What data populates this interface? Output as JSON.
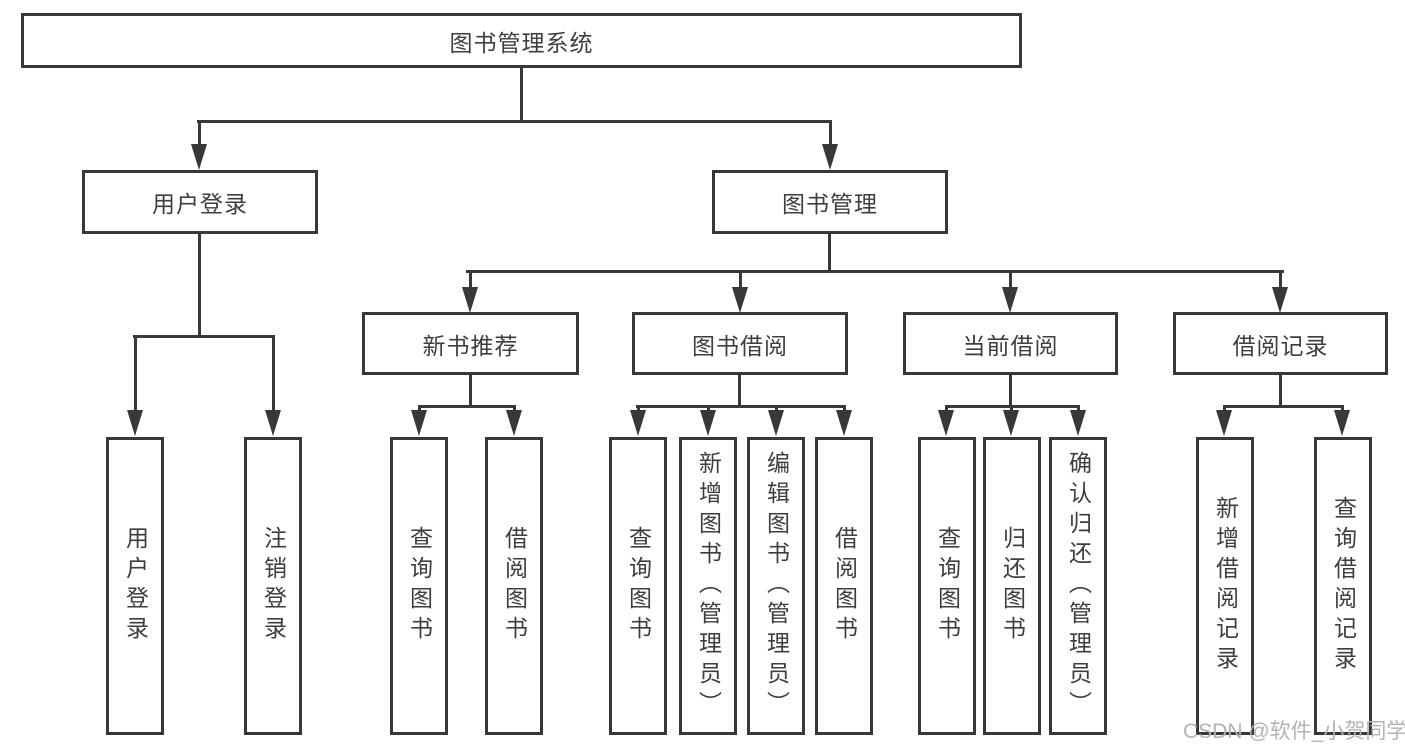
{
  "root": {
    "label": "图书管理系统"
  },
  "branches": [
    {
      "label": "用户登录",
      "children": [
        {
          "label": "用户登录"
        },
        {
          "label": "注销登录"
        }
      ]
    },
    {
      "label": "图书管理",
      "groups": [
        {
          "label": "新书推荐",
          "children": [
            {
              "label": "查询图书"
            },
            {
              "label": "借阅图书"
            }
          ]
        },
        {
          "label": "图书借阅",
          "children": [
            {
              "label": "查询图书"
            },
            {
              "label": "新增图书（管理员）"
            },
            {
              "label": "编辑图书（管理员）"
            },
            {
              "label": "借阅图书"
            }
          ]
        },
        {
          "label": "当前借阅",
          "children": [
            {
              "label": "查询图书"
            },
            {
              "label": "归还图书"
            },
            {
              "label": "确认归还（管理员）"
            }
          ]
        },
        {
          "label": "借阅记录",
          "children": [
            {
              "label": "新增借阅记录"
            },
            {
              "label": "查询借阅记录"
            }
          ]
        }
      ]
    }
  ],
  "watermark": "CSDN @软件_小贺同学",
  "colors": {
    "line": "#383838",
    "text": "#3e3e3e",
    "background": "#ffffff",
    "watermark": "#b3b3b3"
  }
}
